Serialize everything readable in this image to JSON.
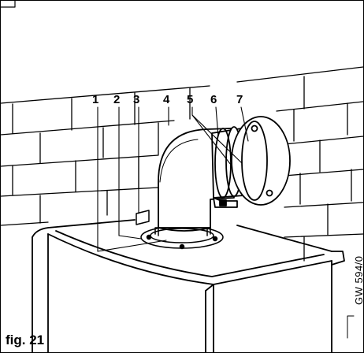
{
  "callouts": [
    "1",
    "2",
    "3",
    "4",
    "5",
    "6",
    "7"
  ],
  "caption": "fig. 21",
  "reference_code": "GW 594/0"
}
